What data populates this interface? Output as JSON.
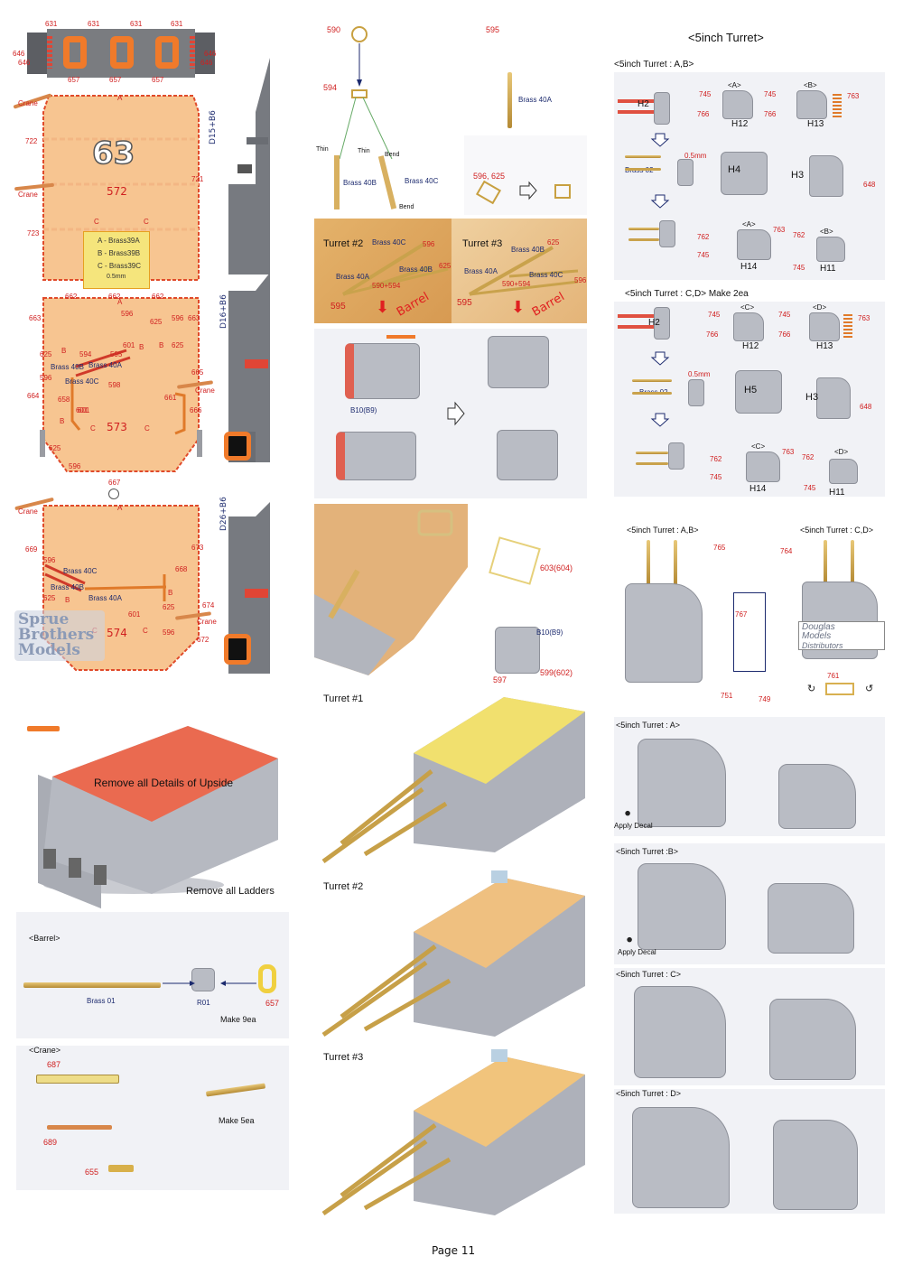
{
  "page_label": "Page 11",
  "watermark": {
    "line1": "Sprue",
    "line2": "Brothers",
    "line3": "Models"
  },
  "distributor_logo": {
    "line1": "Douglas",
    "line2": "Models",
    "line3": "Distributors"
  },
  "deck1": {
    "tabs": [
      "631",
      "631",
      "631",
      "631"
    ],
    "side_left": [
      "646",
      "646"
    ],
    "side_right": [
      "646",
      "646"
    ],
    "bottom": [
      "657",
      "657",
      "657"
    ]
  },
  "deck2": {
    "part": "572",
    "hull_number": "63",
    "left": [
      "722",
      "723"
    ],
    "right": "721",
    "crane": "Crane",
    "crane2": "Crane",
    "ref": "D15+B6",
    "marker_a": "A",
    "marker_c1": "C",
    "marker_c2": "C",
    "legend": [
      "A - Brass39A",
      "B - Brass39B",
      "C - Brass39C"
    ],
    "legend_note": "0.5mm"
  },
  "deck3": {
    "part": "573",
    "ref": "D16+B6",
    "top": [
      "662",
      "662",
      "662"
    ],
    "left": [
      "663",
      "664",
      "625",
      "596",
      "658",
      "601",
      "625",
      "596"
    ],
    "right": [
      "663",
      "665",
      "661",
      "666"
    ],
    "mid": [
      "596",
      "625",
      "596",
      "601",
      "625",
      "594",
      "595",
      "598",
      "601"
    ],
    "brass": [
      "Brass 40B",
      "Brass 40A",
      "Brass 40C"
    ],
    "crane": "Crane",
    "bottom": "667",
    "marker_a": "A",
    "markers_b": [
      "B",
      "B",
      "B",
      "B"
    ],
    "markers_c": [
      "C",
      "C"
    ]
  },
  "deck4": {
    "part": "574",
    "ref": "D26+B6",
    "left": [
      "669",
      "596",
      "625"
    ],
    "right": [
      "673",
      "668",
      "674",
      "672"
    ],
    "mid": [
      "625",
      "601",
      "596"
    ],
    "brass": [
      "Brass 40C",
      "Brass 40B",
      "Brass 40A"
    ],
    "crane": "Crane",
    "crane2": "Crane",
    "marker_a": "A",
    "markers_b": [
      "B",
      "B"
    ],
    "markers_c": [
      "C",
      "C"
    ]
  },
  "turret_main": {
    "note1": "Remove all Details of Upside",
    "note2": "Remove all Ladders"
  },
  "barrel": {
    "title": "<Barrel>",
    "brass": "Brass 01",
    "r": "R01",
    "part": "657",
    "note": "Make 9ea"
  },
  "crane_box": {
    "title": "<Crane>",
    "p1": "687",
    "p2": "689",
    "p3": "655",
    "note": "Make 5ea"
  },
  "col2": {
    "p590": "590",
    "p594": "594",
    "p595": "595",
    "thin1": "Thin",
    "thin2": "Thin",
    "bend1": "Bend",
    "bend2": "Bend",
    "b40b": "Brass 40B",
    "b40c": "Brass 40C",
    "b40a_top": "Brass 40A",
    "p596_625": "596, 625"
  },
  "turret2_photo": {
    "title": "Turret #2",
    "b40c": "Brass 40C",
    "p596": "596",
    "b40a": "Brass 40A",
    "b40b": "Brass 40B",
    "p625": "625",
    "p590": "590+594",
    "p595": "595",
    "barrel": "Barrel"
  },
  "turret3_photo": {
    "title": "Turret #3",
    "b40b": "Brass 40B",
    "p625": "625",
    "b40a": "Brass 40A",
    "b40c": "Brass 40C",
    "p590": "590+594",
    "p596": "596",
    "p595": "595",
    "barrel": "Barrel"
  },
  "b10": {
    "label": "B10(B9)"
  },
  "detail": {
    "p603": "603(604)",
    "b10": "B10(B9)",
    "p597": "597",
    "p599": "599(602)"
  },
  "turret_titles": [
    "Turret #1",
    "Turret #2",
    "Turret #3"
  ],
  "five_inch": {
    "header": "<5inch Turret>",
    "ab_title": "<5inch Turret : A,B>",
    "cd_title": "<5inch Turret : C,D> Make 2ea",
    "ab": {
      "h2": "H2",
      "h12": "H12",
      "h13": "H13",
      "a": "<A>",
      "b": "<B>",
      "n745a": "745",
      "n766a": "766",
      "n745b": "745",
      "n766b": "766",
      "n763": "763",
      "brass": "Brass 02",
      "mm": "0.5mm",
      "h4": "H4",
      "h3": "H3",
      "n648": "648",
      "a2": "<A>",
      "b2": "<B>",
      "n762a": "762",
      "n745c": "745",
      "n763b": "763",
      "n762b": "762",
      "n745d": "745",
      "h14": "H14",
      "h11": "H11"
    },
    "cd": {
      "h2": "H2",
      "h12": "H12",
      "h13": "H13",
      "c": "<C>",
      "d": "<D>",
      "n745a": "745",
      "n766a": "766",
      "n745b": "745",
      "n766b": "766",
      "n763": "763",
      "brass": "Brass 02",
      "mm": "0.5mm",
      "h5": "H5",
      "h3": "H3",
      "n648": "648",
      "c2": "<C>",
      "d2": "<D>",
      "n762a": "762",
      "n745c": "745",
      "n763b": "763",
      "n762b": "762",
      "n745d": "745",
      "h14": "H14",
      "h11": "H11"
    },
    "assembly": {
      "ab": "<5inch Turret : A,B>",
      "cd": "<5inch Turret : C,D>",
      "n765": "765",
      "n764": "764",
      "n767": "767",
      "n761": "761",
      "n751": "751",
      "n749": "749"
    },
    "views": [
      {
        "title": "<5inch Turret : A>",
        "note": "Apply Decal"
      },
      {
        "title": "<5inch Turret :B>",
        "note": "Apply Decal"
      },
      {
        "title": "<5inch Turret : C>",
        "note": ""
      },
      {
        "title": "<5inch Turret : D>",
        "note": ""
      }
    ]
  },
  "colors": {
    "deck": "#f7c591",
    "deck_border": "#e04a2a",
    "red": "#e04535",
    "brass": "#d4b060",
    "grey": "#b9bcc4",
    "panel": "#f1f2f6"
  }
}
